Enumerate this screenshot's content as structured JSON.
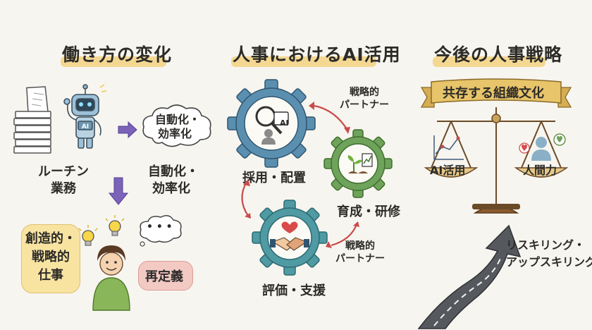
{
  "columns": {
    "work_change": {
      "title": "働き方の変化",
      "routine_label": [
        "ルーチン",
        "業務"
      ],
      "bubble_label": [
        "自動化・",
        "効率化"
      ],
      "auto_label": [
        "自動化・",
        "効率化"
      ],
      "creative_label": [
        "創造的・",
        "戦略的",
        "仕事"
      ],
      "redefine_label": "再定義",
      "thought_text": "• • •",
      "robot_chip": "AI"
    },
    "hr_ai": {
      "title": "人事におけるAI活用",
      "gear_recruit_label": "採用・配置",
      "gear_growth_label": "育成・研修",
      "gear_eval_label": "評価・支援",
      "partner_top": [
        "戦略的",
        "パートナー"
      ],
      "partner_bottom": [
        "戦略的",
        "パートナー"
      ],
      "chip_text": "AI"
    },
    "future": {
      "title": "今後の人事戦略",
      "banner": "共存する組織文化",
      "pan_left_label": "AI活用",
      "pan_right_label": "人間力",
      "reskill_label": [
        "リスキリング・",
        "アップスキリング"
      ]
    }
  },
  "colors": {
    "highlight": "#f2d17a",
    "gear_blue": "#5b8fb0",
    "gear_green": "#6fa35c",
    "gear_teal": "#4f9aa3",
    "accent_red": "#c94b4b",
    "arrow_purple": "#7b63b8",
    "creative_bg": "#f8e3a1",
    "redefine_bg": "#f3c9c4",
    "banner_gold": "#e8c46a"
  }
}
